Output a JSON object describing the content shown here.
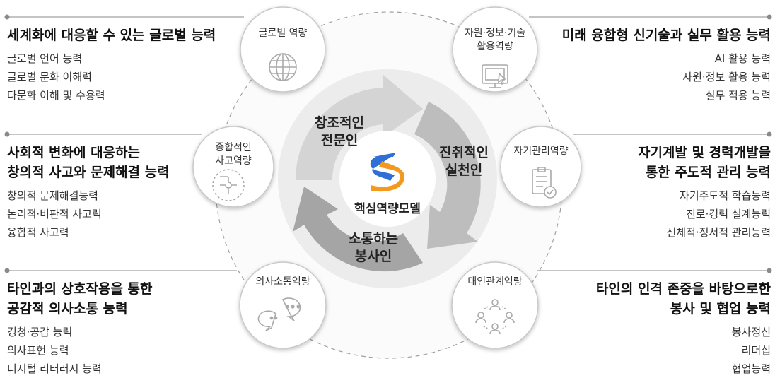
{
  "center": {
    "title": "핵심역량모델",
    "logo": "s-logo-icon",
    "arrows": [
      {
        "lines": [
          "창조적인",
          "전문인"
        ]
      },
      {
        "lines": [
          "진취적인",
          "실천인"
        ]
      },
      {
        "lines": [
          "소통하는",
          "봉사인"
        ]
      }
    ]
  },
  "competencies": [
    {
      "label_lines": [
        "글로벌 역량"
      ],
      "icon": "globe-icon",
      "title_lines": [
        "세계화에 대응할 수 있는 글로벌 능력"
      ],
      "items": [
        "글로벌 언어 능력",
        "글로벌 문화 이해력",
        "다문화 이해 및 수용력"
      ]
    },
    {
      "label_lines": [
        "자원·정보·기술",
        "활용역량"
      ],
      "icon": "computer-icon",
      "title_lines": [
        "미래 융합형 신기술과 실무 활용 능력"
      ],
      "items": [
        "AI 활용 능력",
        "자원·정보 활용 능력",
        "실무 적용 능력"
      ]
    },
    {
      "label_lines": [
        "종합적인",
        "사고역량"
      ],
      "icon": "puzzle-icon",
      "title_lines": [
        "사회적 변화에 대응하는",
        "창의적 사고와 문제해결 능력"
      ],
      "items": [
        "창의적 문제해결능력",
        "논리적·비판적 사고력",
        "융합적 사고력"
      ]
    },
    {
      "label_lines": [
        "자기관리역량"
      ],
      "icon": "checklist-icon",
      "title_lines": [
        "자기계발 및 경력개발을",
        "통한 주도적 관리 능력"
      ],
      "items": [
        "자기주도적 학습능력",
        "진로·경력 설계능력",
        "신체적·정서적 관리능력"
      ]
    },
    {
      "label_lines": [
        "의사소통역량"
      ],
      "icon": "chat-bubbles-icon",
      "title_lines": [
        "타인과의 상호작용을 통한",
        "공감적 의사소통 능력"
      ],
      "items": [
        "경청·공감 능력",
        "의사표현 능력",
        "디지털 리터러시 능력"
      ]
    },
    {
      "label_lines": [
        "대인관계역량"
      ],
      "icon": "people-network-icon",
      "title_lines": [
        "타인의 인격 존중을 바탕으로한",
        "봉사 및 협업 능력"
      ],
      "items": [
        "봉사정신",
        "리더십",
        "협업능력"
      ]
    }
  ],
  "colors": {
    "arrow_light": "#d4d4d4",
    "arrow_mid": "#bcbcbc",
    "arrow_dark": "#a3a3a3",
    "ring_bg": "#ececec",
    "logo_blue": "#2f6fd6",
    "logo_orange": "#f39a1e",
    "line": "#8a8a8a"
  }
}
